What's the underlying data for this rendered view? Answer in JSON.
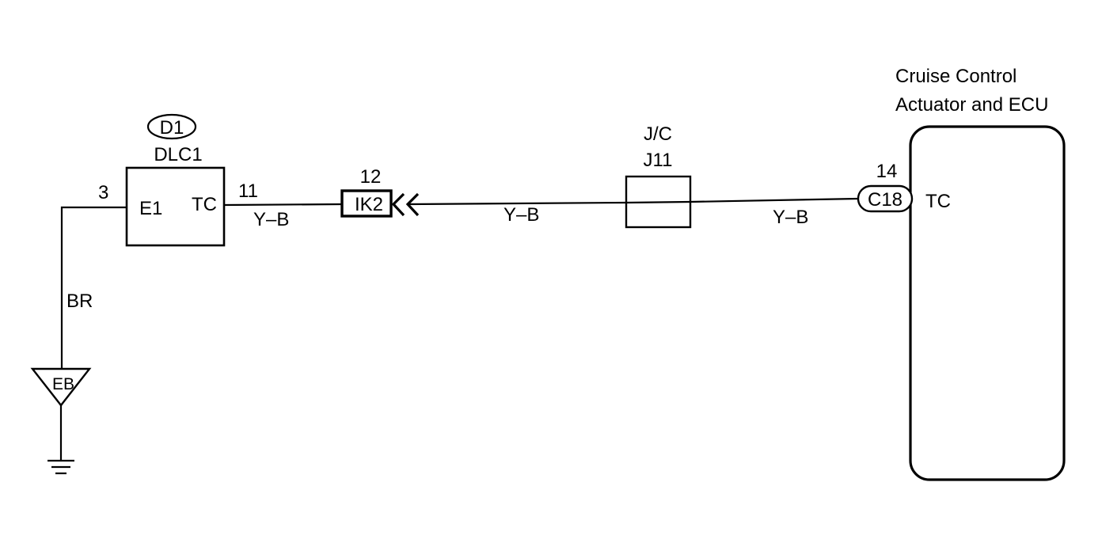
{
  "ecu": {
    "title_line1": "Cruise Control",
    "title_line2": "Actuator and ECU",
    "pin_label": "TC",
    "connector": "C18",
    "pin_number": "14"
  },
  "junction": {
    "label_line1": "J/C",
    "label_line2": "J11"
  },
  "connector_ik2": {
    "label": "IK2",
    "pin_number": "12"
  },
  "dlc": {
    "connector": "D1",
    "name": "DLC1",
    "pin_e1": "E1",
    "pin_tc": "TC",
    "pin_e1_number": "3",
    "pin_tc_number": "11"
  },
  "wires": {
    "dlc_to_ik2": "Y–B",
    "ik2_to_jc": "Y–B",
    "jc_to_ecu": "Y–B",
    "ground_wire": "BR"
  },
  "ground": {
    "label": "EB"
  },
  "colors": {
    "line": "#000000",
    "background": "#ffffff"
  }
}
